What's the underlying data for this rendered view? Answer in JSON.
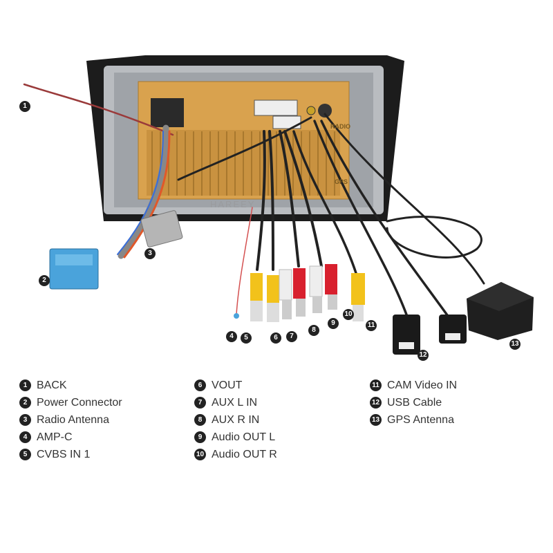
{
  "watermark": "HAREEY",
  "panel_labels": {
    "radio": "RADIO",
    "gps": "GPS"
  },
  "callouts": [
    "1",
    "2",
    "3",
    "4",
    "5",
    "6",
    "7",
    "8",
    "9",
    "10",
    "11",
    "12",
    "13"
  ],
  "legend": {
    "col1": [
      {
        "num": "1",
        "label": "BACK"
      },
      {
        "num": "2",
        "label": "Power Connector"
      },
      {
        "num": "3",
        "label": "Radio Antenna"
      },
      {
        "num": "4",
        "label": "AMP-C"
      },
      {
        "num": "5",
        "label": "CVBS IN 1"
      }
    ],
    "col2": [
      {
        "num": "6",
        "label": "VOUT"
      },
      {
        "num": "7",
        "label": "AUX L IN"
      },
      {
        "num": "8",
        "label": "AUX R IN"
      },
      {
        "num": "9",
        "label": "Audio OUT L"
      },
      {
        "num": "10",
        "label": "Audio OUT R"
      }
    ],
    "col3": [
      {
        "num": "11",
        "label": "CAM Video IN"
      },
      {
        "num": "12",
        "label": "USB Cable"
      },
      {
        "num": "13",
        "label": "GPS Antenna"
      }
    ]
  },
  "colors": {
    "bezel": "#1c1c1c",
    "frame": "#b9bcc0",
    "panel": "#d9a24e",
    "rca_yellow": "#f2c21b",
    "rca_red": "#d8202e",
    "rca_white": "#eeeeee",
    "connector_blue": "#4aa3db"
  }
}
